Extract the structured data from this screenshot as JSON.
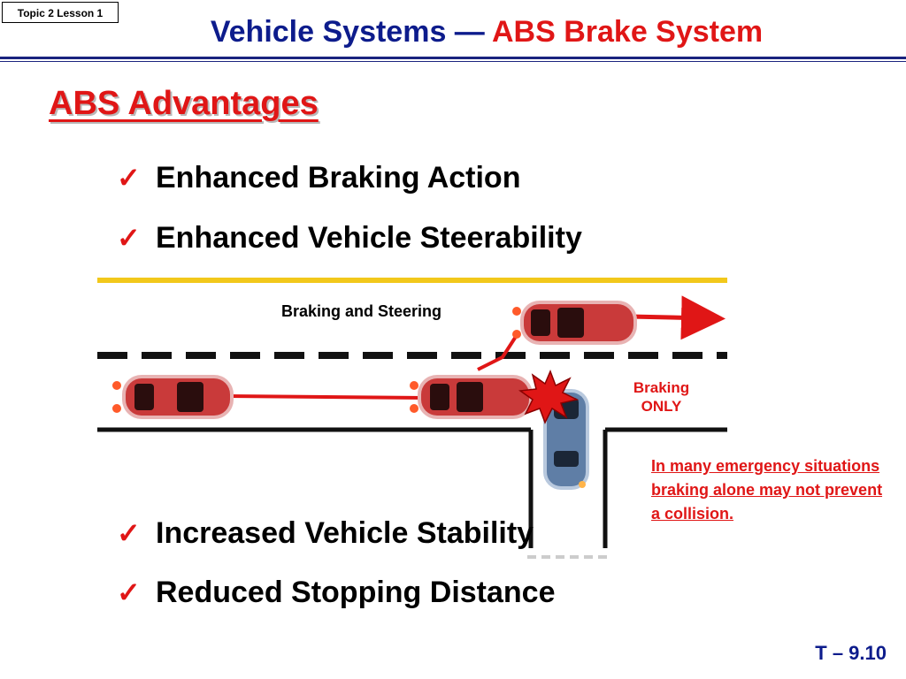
{
  "topic_tag": "Topic 2 Lesson 1",
  "header": {
    "title_part1": "Vehicle Systems — ",
    "title_part2": "ABS Brake System"
  },
  "section_heading": "ABS Advantages",
  "bullets": [
    "Enhanced Braking Action",
    "Enhanced Vehicle Steerability",
    "Increased Vehicle Stability",
    "Reduced Stopping Distance"
  ],
  "check_glyph": "✓",
  "illustration": {
    "scene_label": "Braking and Steering",
    "braking_only_line1": "Braking",
    "braking_only_line2": "ONLY",
    "note": "In many emergency situations braking alone may not prevent a collision."
  },
  "slide_number": "T – 9.10",
  "colors": {
    "title_blue": "#0d1c8c",
    "accent_red": "#e01616",
    "road_yellow": "#f2c81b",
    "car_red": "#c93a3a",
    "car_blue": "#5f7ea6"
  }
}
